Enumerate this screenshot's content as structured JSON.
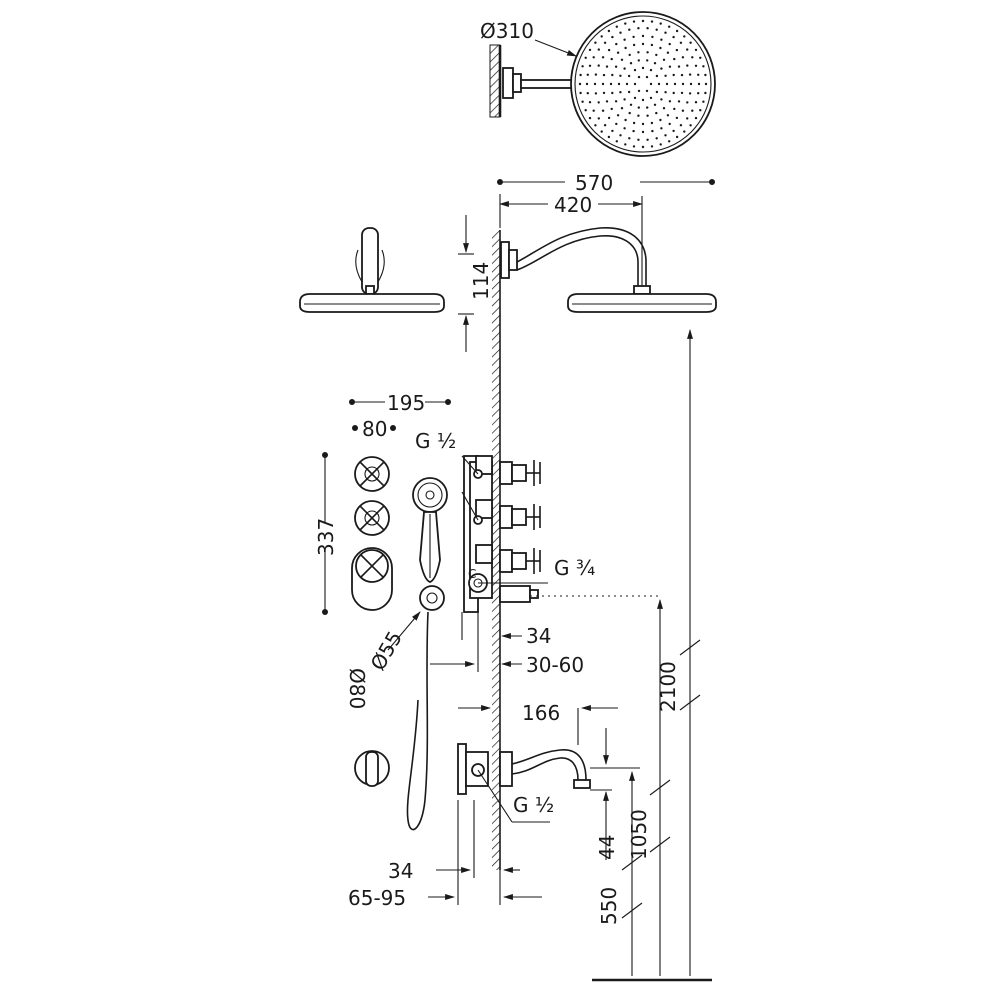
{
  "dimensions": {
    "head_diameter": "Ø310",
    "overall_reach": "570",
    "arm_reach": "420",
    "head_height": "114",
    "plate_width": "195",
    "handle_width": "80",
    "panel_height": "337",
    "inlet_thread_top": "G ½",
    "outlet_thread": "G ¾",
    "handshower_diameter": "Ø55",
    "wall_depth": "34",
    "wall_depth_range": "30-60",
    "handle_diameter": "Ø80",
    "spout_reach": "166",
    "spout_height": "44",
    "inlet_thread_bottom": "G ½",
    "bottom_depth": "34",
    "bottom_depth_range": "65-95",
    "height_total": "2100",
    "height_spout": "1050",
    "height_bottom": "550"
  }
}
